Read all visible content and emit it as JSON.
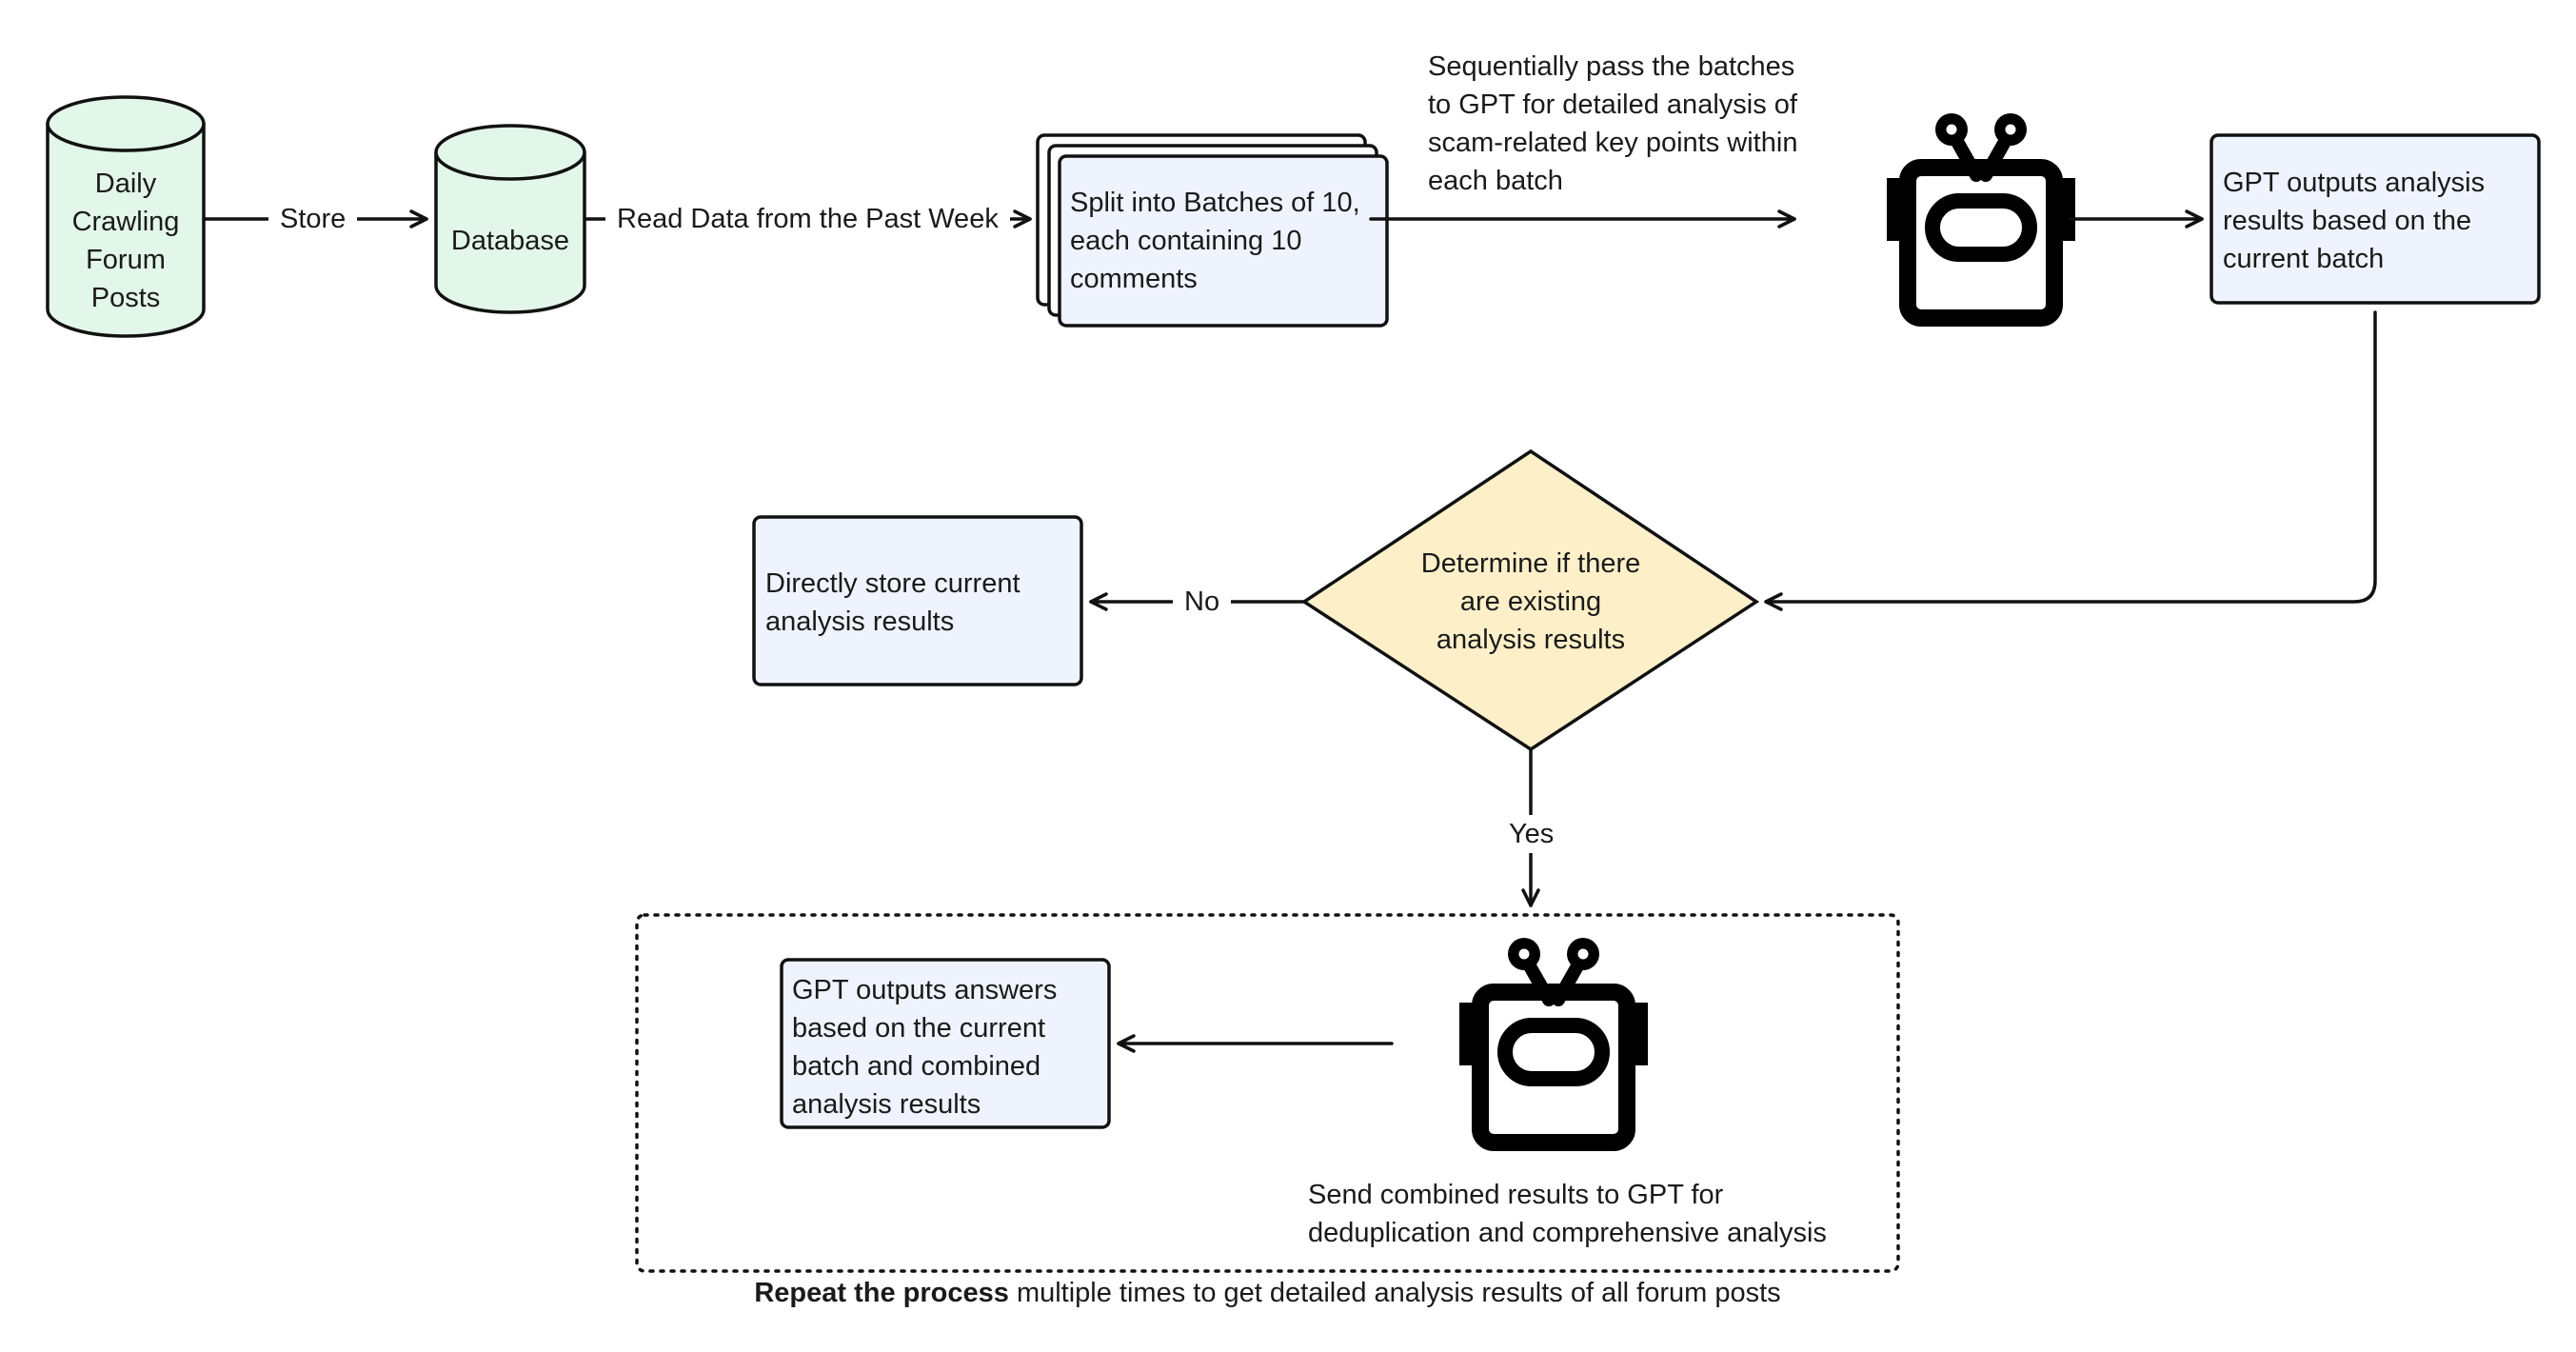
{
  "nodes": {
    "crawl": "Daily Crawling Forum Posts",
    "database": "Database",
    "split": "Split into Batches of 10, each containing 10 comments",
    "gpt_output": "GPT outputs analysis results based on the current batch",
    "decision": "Determine if there are existing analysis results",
    "store_direct": "Directly store current analysis results",
    "gpt_answer": "GPT outputs answers based on the current batch and combined analysis results"
  },
  "edges": {
    "store": "Store",
    "read": "Read Data from the Past Week",
    "pass": "Sequentially pass the batches to GPT for detailed analysis of scam-related key points within each batch",
    "no": "No",
    "yes": "Yes",
    "send_combined": "Send combined results to GPT for deduplication and comprehensive analysis"
  },
  "footer": {
    "bold": "Repeat the process",
    "rest": " multiple times to get detailed analysis results of all forum posts"
  },
  "icons": [
    "robot-icon",
    "robot-icon"
  ],
  "colors": {
    "cylinder_fill": "#e2f6e9",
    "box_fill": "#eef3fd",
    "decision_fill": "#fdf0c9",
    "stroke": "#111111"
  }
}
